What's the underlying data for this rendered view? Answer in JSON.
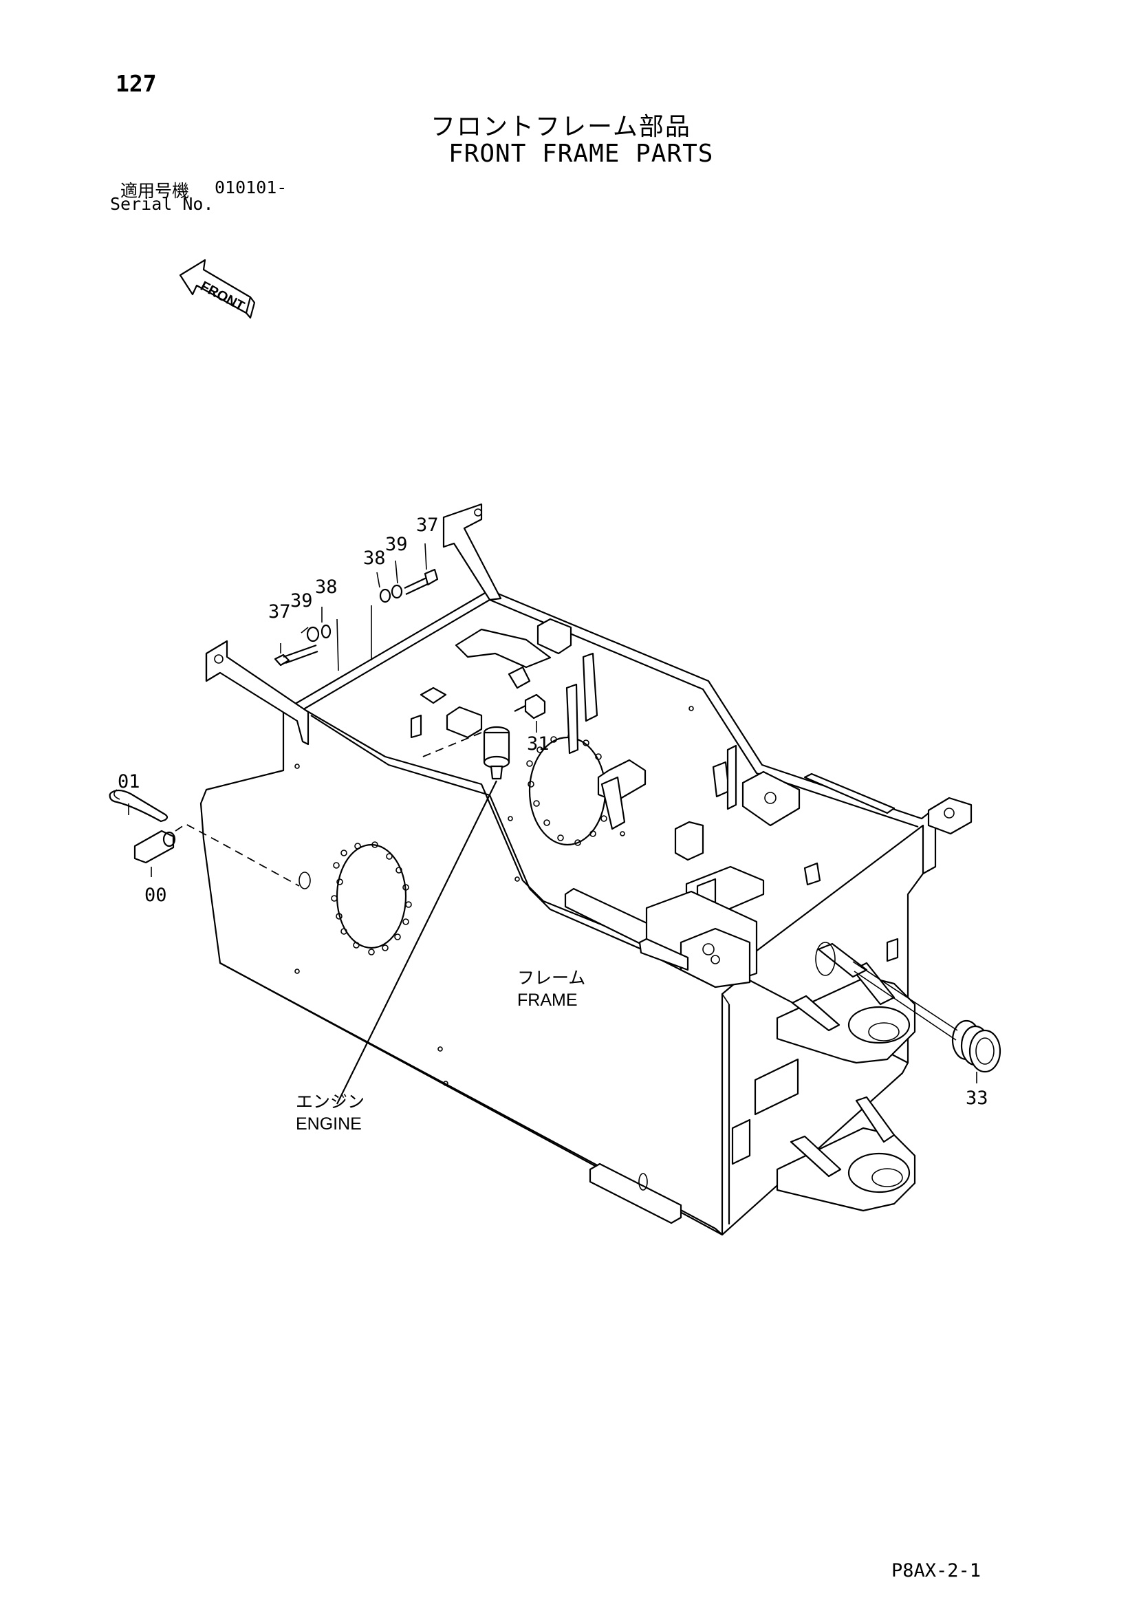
{
  "page": {
    "number": "127",
    "code": "P8AX-2-1"
  },
  "title": {
    "jp": "フロントフレーム部品",
    "en": "FRONT FRAME PARTS"
  },
  "serial": {
    "jp_label": "適用号機",
    "range": "010101-",
    "en_label": "Serial No."
  },
  "front_arrow": {
    "label": "FRONT",
    "icon": "front-direction-arrow-icon"
  },
  "labels": {
    "frame_jp": "フレーム",
    "frame_en": "FRAME",
    "engine_jp": "エンジン",
    "engine_en": "ENGINE"
  },
  "callouts": {
    "c01": "01",
    "c00": "00",
    "c31": "31",
    "c33": "33",
    "c37a": "37",
    "c39a": "39",
    "c38a": "38",
    "c38b": "38",
    "c39b": "39",
    "c37b": "37"
  }
}
